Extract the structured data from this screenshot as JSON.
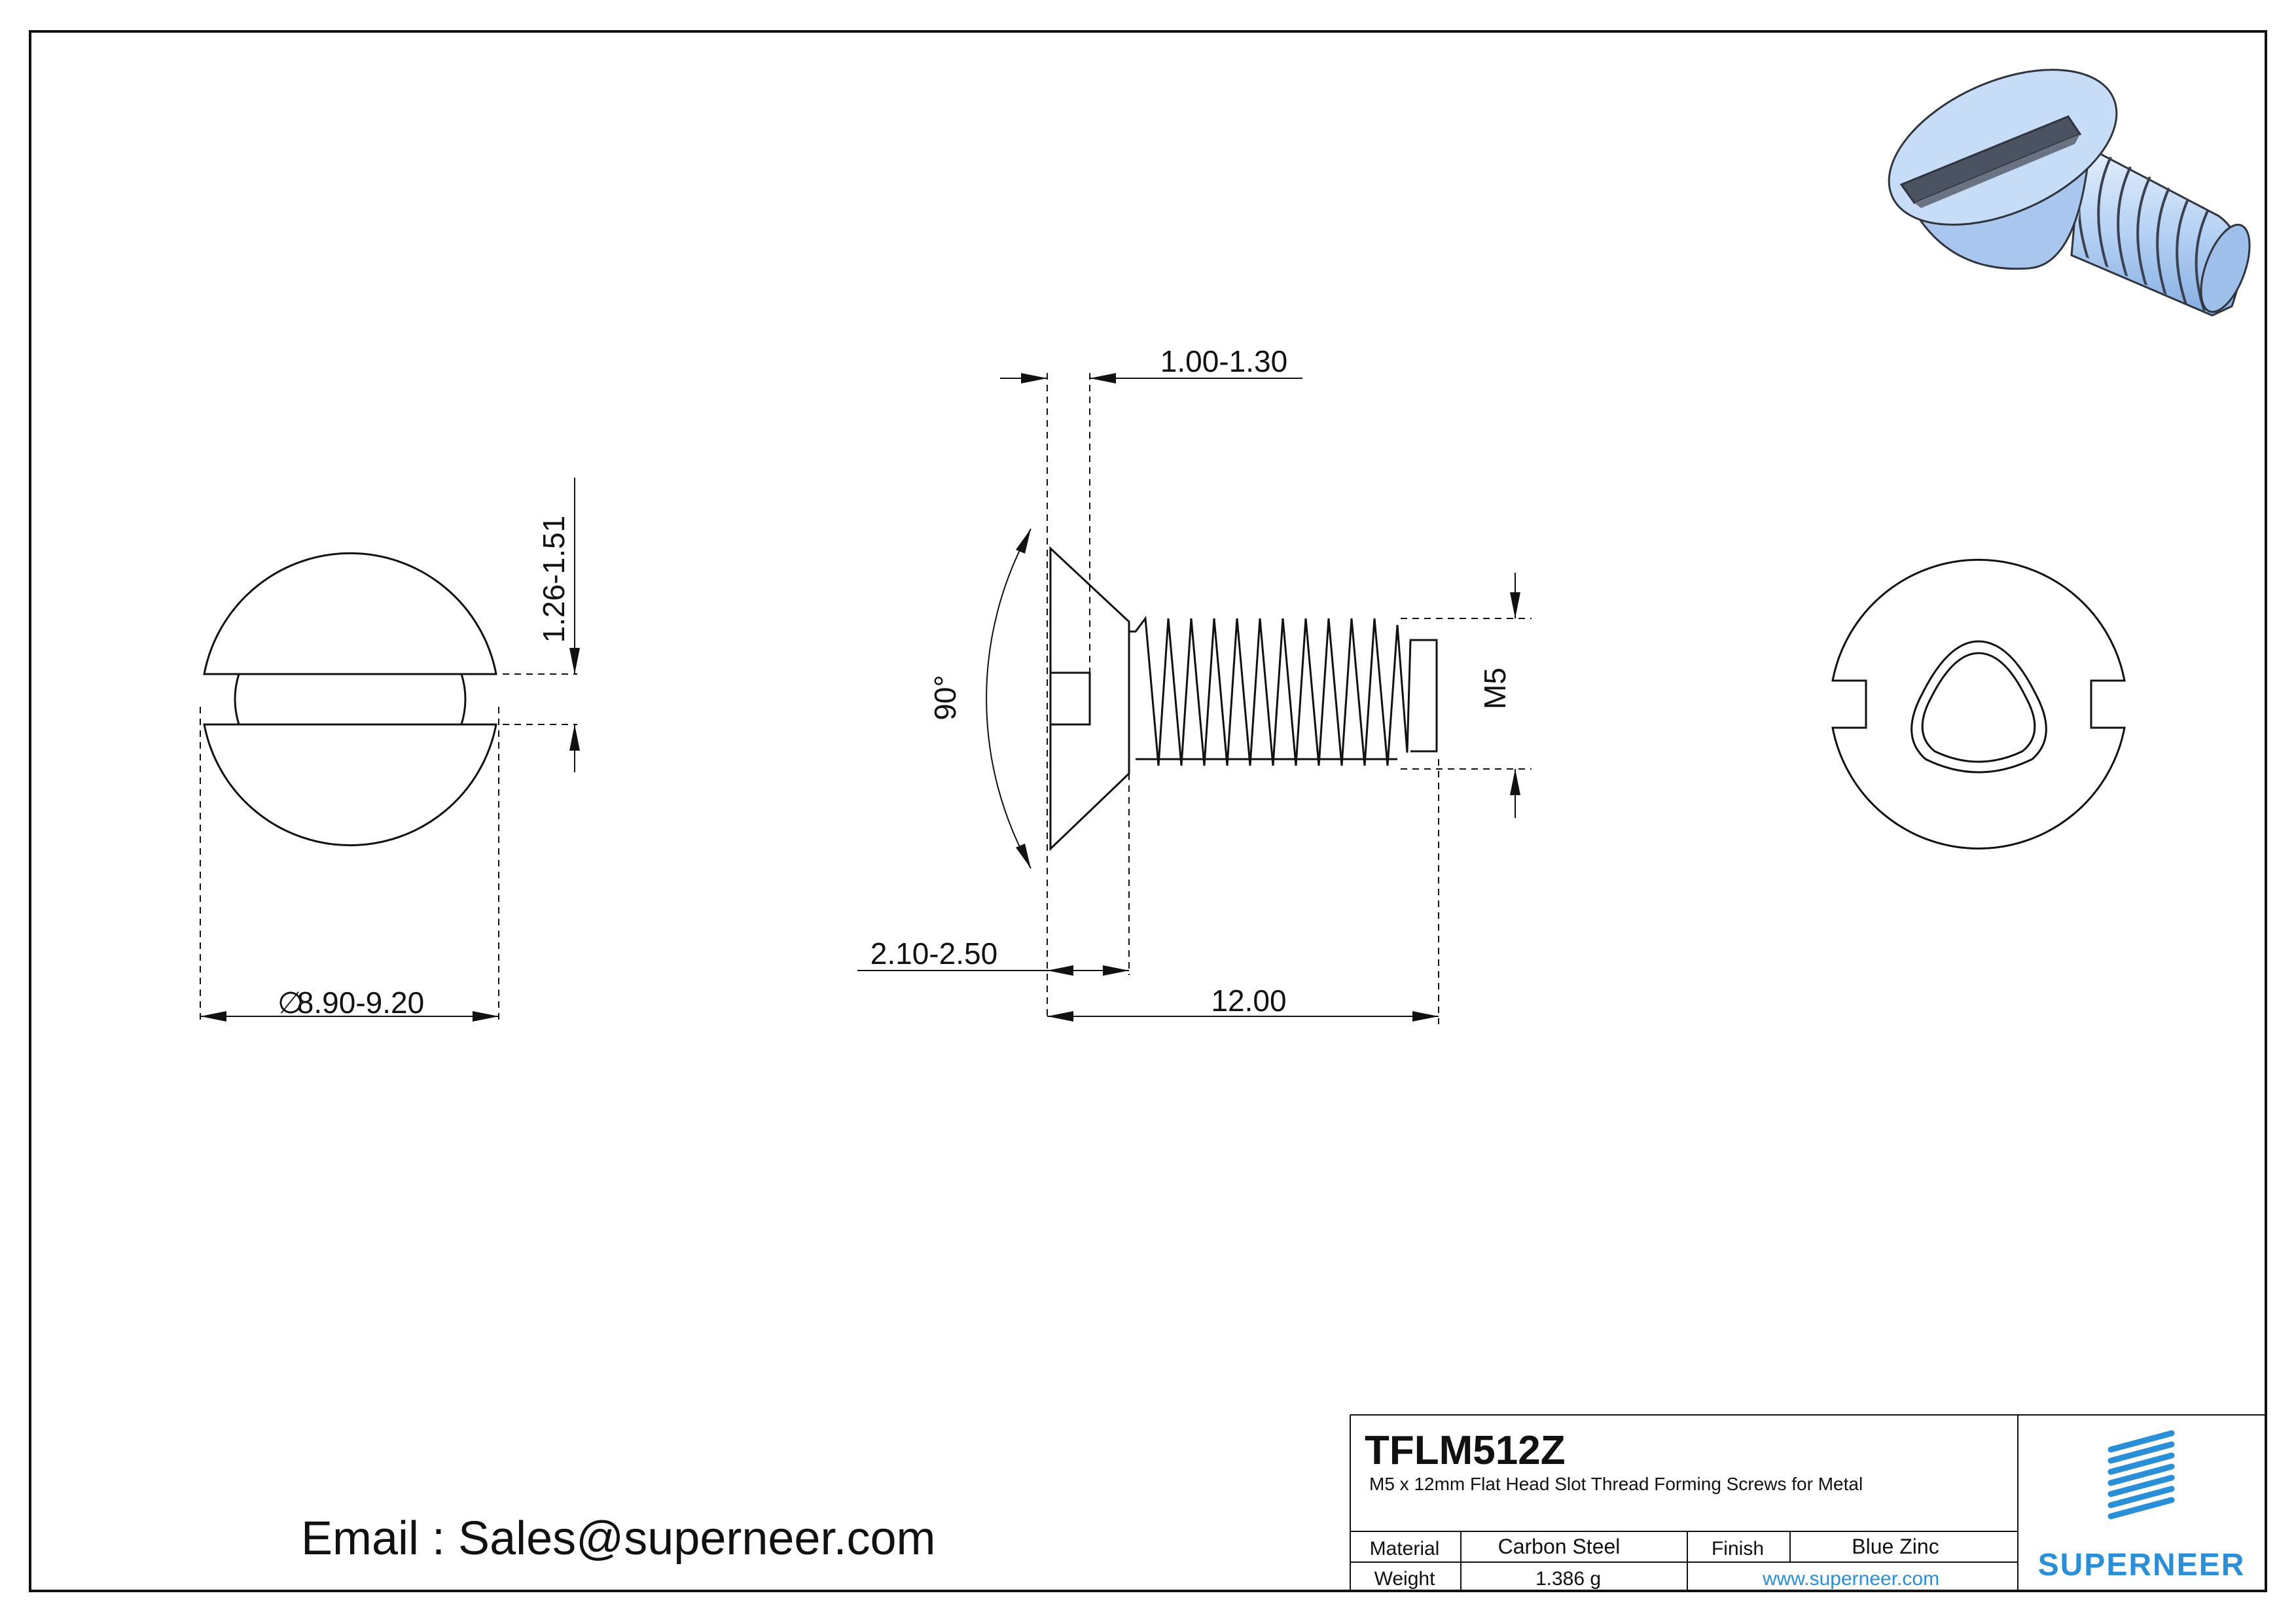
{
  "dimensions": {
    "slot_depth": "1.00-1.30",
    "slot_width": "1.26-1.51",
    "head_angle": "90°",
    "thread_size": "M5",
    "head_height": "2.10-2.50",
    "length": "12.00",
    "head_diameter": "8.90-9.20",
    "diameter_symbol": "∅"
  },
  "email": "Email : Sales@superneer.com",
  "title_block": {
    "part_number": "TFLM512Z",
    "description": "M5 x 12mm Flat Head Slot Thread Forming Screws for Metal",
    "material_label": "Material",
    "material_value": "Carbon Steel",
    "finish_label": "Finish",
    "finish_value": "Blue Zinc",
    "weight_label": "Weight",
    "weight_value": "1.386 g",
    "website": "www.superneer.com",
    "brand": "SUPERNEER"
  },
  "colors": {
    "brand_blue": "#2a8fd6",
    "zinc_light": "#c7dcf7",
    "zinc_mid": "#9ebfe9",
    "slot_dark": "#4b5363"
  }
}
